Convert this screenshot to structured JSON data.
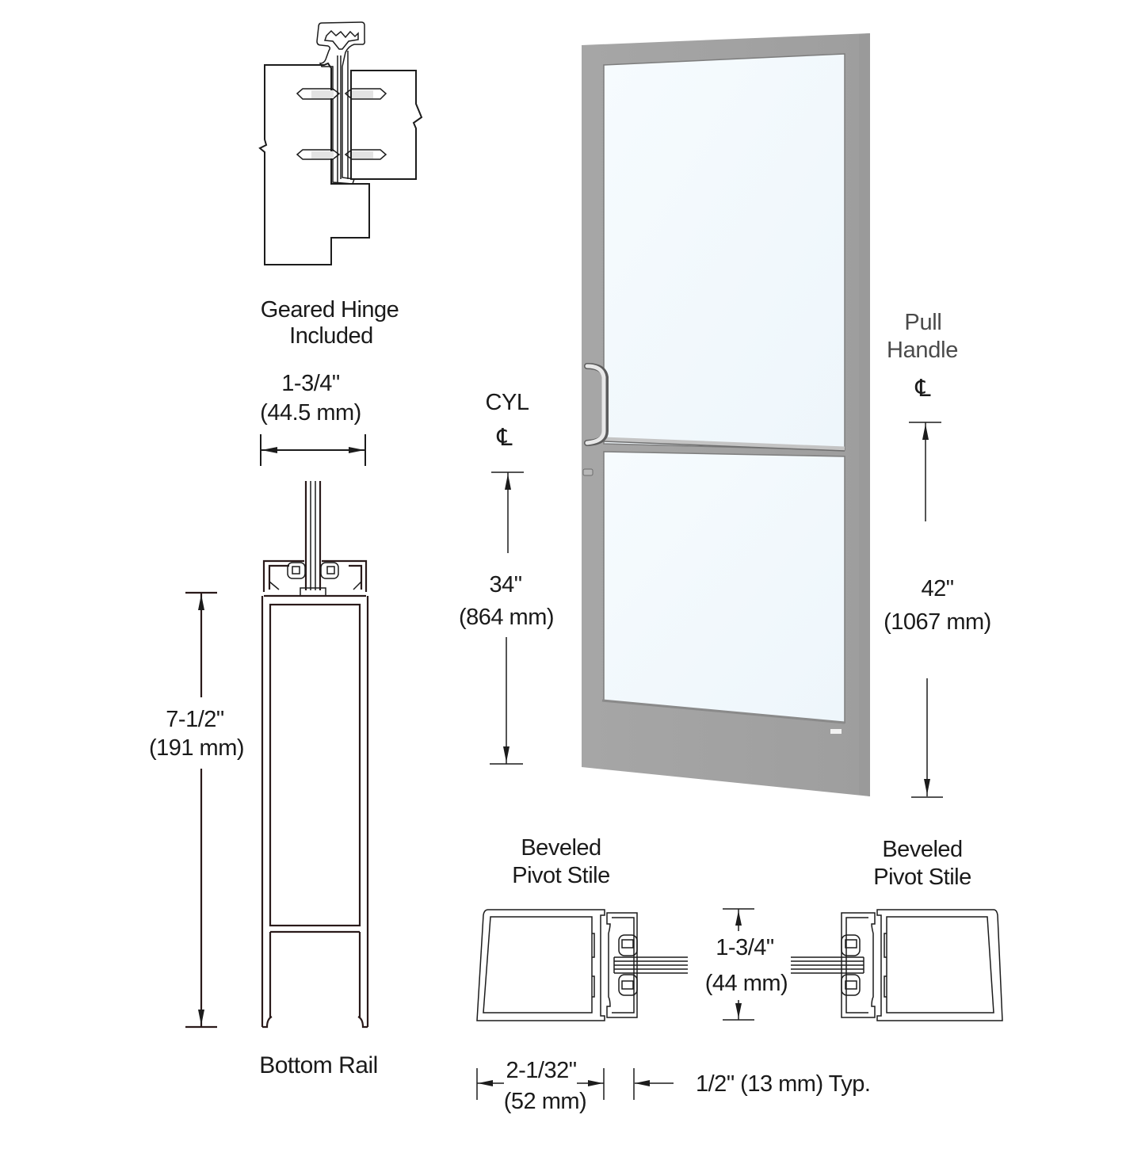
{
  "diagram": {
    "subject": "Aluminum single glass door with geared hinge, bottom rail and beveled pivot stile details",
    "colors": {
      "door_frame": "#a3a3a3",
      "door_frame_shadow": "#8f8f8f",
      "glass": "#f3f9fd",
      "line": "#1c1c1c",
      "background": "#ffffff"
    }
  },
  "geared_hinge": {
    "label_line1": "Geared Hinge",
    "label_line2": "Included"
  },
  "hinge_width_dimension": {
    "imperial": "1-3/4\"",
    "metric": "(44.5 mm)"
  },
  "bottom_rail": {
    "label": "Bottom Rail",
    "height_dimension": {
      "imperial": "7-1/2\"",
      "metric": "(191 mm)"
    }
  },
  "door": {
    "cylinder": {
      "label": "CYL",
      "centerline_symbol": "℄",
      "height_imperial": "34\"",
      "height_metric": "(864 mm)"
    },
    "pull_handle": {
      "label_line1": "Pull",
      "label_line2": "Handle",
      "centerline_symbol": "℄",
      "height_imperial": "42\"",
      "height_metric": "(1067 mm)"
    }
  },
  "pivot_stiles": {
    "left": {
      "label_line1": "Beveled",
      "label_line2": "Pivot Stile"
    },
    "right": {
      "label_line1": "Beveled",
      "label_line2": "Pivot Stile"
    },
    "glass_dimension": {
      "imperial": "1-3/4\"",
      "metric": "(44 mm)"
    },
    "stile_width_dimension": {
      "imperial": "2-1/32\"",
      "metric": "(52 mm)"
    },
    "glazing_dimension": "1/2\" (13 mm) Typ."
  }
}
